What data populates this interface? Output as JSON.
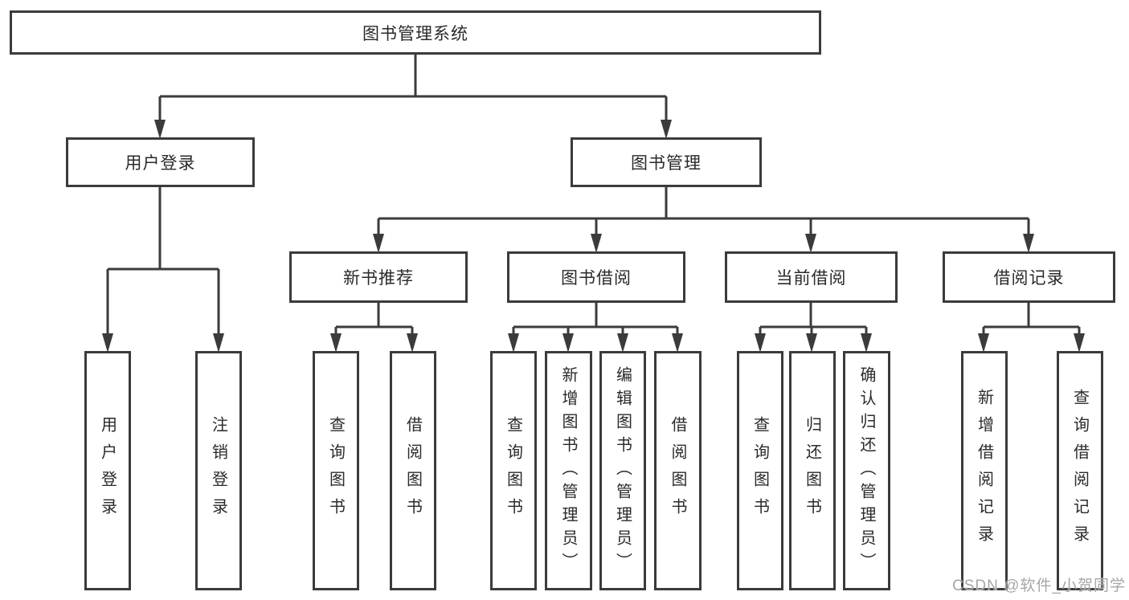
{
  "colors": {
    "line": "#3b3b3b",
    "text": "#2a2a2a",
    "bg": "#ffffff",
    "watermark": "#a6a6a6"
  },
  "watermark": {
    "text": "CSDN @软件_小贺同学"
  },
  "hierarchy": {
    "label": "图书管理系统",
    "children": [
      {
        "label": "用户登录",
        "children": [
          {
            "label": "用户登录"
          },
          {
            "label": "注销登录"
          }
        ]
      },
      {
        "label": "图书管理",
        "children": [
          {
            "label": "新书推荐",
            "children": [
              {
                "label": "查询图书"
              },
              {
                "label": "借阅图书"
              }
            ]
          },
          {
            "label": "图书借阅",
            "children": [
              {
                "label": "查询图书"
              },
              {
                "label": "新增图书（管理员）"
              },
              {
                "label": "编辑图书（管理员）"
              },
              {
                "label": "借阅图书"
              }
            ]
          },
          {
            "label": "当前借阅",
            "children": [
              {
                "label": "查询图书"
              },
              {
                "label": "归还图书"
              },
              {
                "label": "确认归还（管理员）"
              }
            ]
          },
          {
            "label": "借阅记录",
            "children": [
              {
                "label": "新增借阅记录"
              },
              {
                "label": "查询借阅记录"
              }
            ]
          }
        ]
      }
    ]
  }
}
